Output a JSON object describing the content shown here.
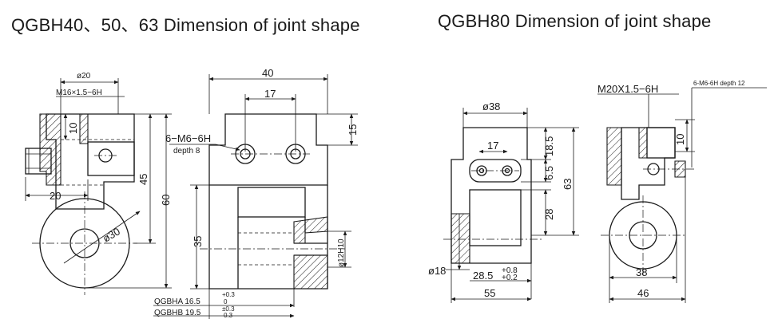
{
  "titles": {
    "left": "QGBH40、50、63 Dimension of joint shape",
    "right": "QGBH80 Dimension of joint shape"
  },
  "left": {
    "dia20": "ø20",
    "thread": "M16×1.5−6H",
    "d10": "10",
    "d20": "20",
    "d45": "45",
    "d60": "60",
    "dia30": "ø30",
    "d40": "40",
    "d17": "17",
    "d15": "15",
    "hole": "6−M6−6H",
    "depth": "depth 8",
    "d35": "35",
    "dia12": "ø12H10",
    "qa_label": "QGBHA 16.5",
    "qa_tol_up": "+0.3",
    "qa_tol_lo": "0",
    "qb_label": "QGBHB 19.5",
    "qb_tol_up": "±0.3",
    "qb_tol_lo": "0.3"
  },
  "right": {
    "dia38": "ø38",
    "d17": "17",
    "d18_5": "18.5",
    "d6_5": "6.5",
    "d63": "63",
    "d28": "28",
    "dia18": "ø18",
    "d28_5": "28.5",
    "tol_up": "+0.8",
    "tol_lo": "+0.2",
    "d55": "55",
    "thread": "M20X1.5−6H",
    "hole": "6-M6-6H depth 12",
    "d10": "10",
    "d38": "38",
    "d46": "46"
  }
}
